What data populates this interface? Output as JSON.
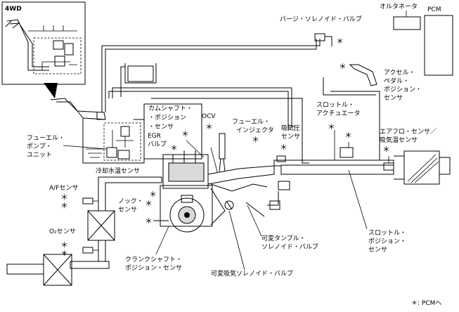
{
  "labels": {
    "four_wd": "4WD",
    "alternator": "オルタネータ",
    "pcm": "PCM",
    "purge_solenoid": "パージ・ソレノイド・バルブ",
    "accel_1": "アクセル・",
    "accel_2": "ペダル・",
    "accel_3": "ポジション・",
    "accel_4": "センサ",
    "cam_1": "カムシャフト・",
    "cam_2": "・ポジション",
    "cam_3": "・センサ",
    "ocv": "OCV",
    "injector_1": "フューエル・",
    "injector_2": "インジェクタ",
    "map_1": "吸気圧",
    "map_2": "センサ",
    "throttle_act_1": "スロットル・",
    "throttle_act_2": "アクチュエータ",
    "airflow_1": "エアフロ・センサ／",
    "airflow_2": "吸気温センサ",
    "fuel_pump_1": "フューエル・",
    "fuel_pump_2": "ポンプ・",
    "fuel_pump_3": "ユニット",
    "egr_1": "EGR",
    "egr_2": "バルブ",
    "coolant": "冷却水温センサ",
    "af_sensor": "A/Fセンサ",
    "knock_1": "ノック・",
    "knock_2": "センサ",
    "o2_sensor": "O₂センサ",
    "crank_1": "クランクシャフト・",
    "crank_2": "ポジション・センサ",
    "tumble_1": "可変タンブル・",
    "tumble_2": "ソレノイド・バルブ",
    "vis_solenoid": "可変吸気ソレノイド・バルブ",
    "tps_1": "スロットル・",
    "tps_2": "ポジション・",
    "tps_3": "センサ",
    "legend": "＊: PCMへ"
  },
  "pcm_marker": "＊",
  "colors": {
    "line": "#000000",
    "background": "#ffffff",
    "shade": "#d9d9d9"
  }
}
